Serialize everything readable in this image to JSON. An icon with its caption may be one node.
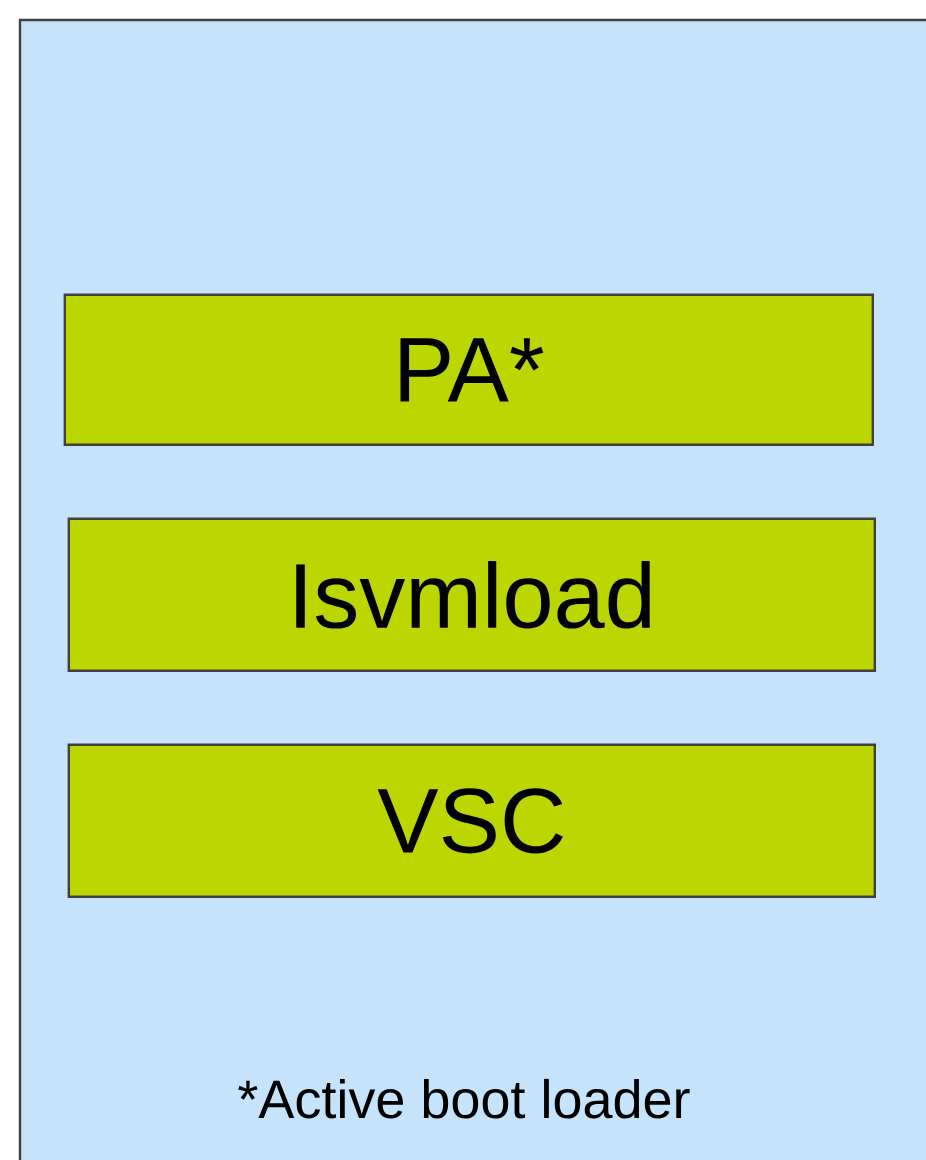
{
  "diagram": {
    "nodes": [
      {
        "text": [
          "*Active boot loader"
        ]
      },
      {
        "text": [
          "PA*"
        ],
        "in": 0
      },
      {
        "text": [
          "Isvmload"
        ],
        "in": 0
      },
      {
        "text": [
          "VSC"
        ],
        "in": 0
      }
    ]
  }
}
